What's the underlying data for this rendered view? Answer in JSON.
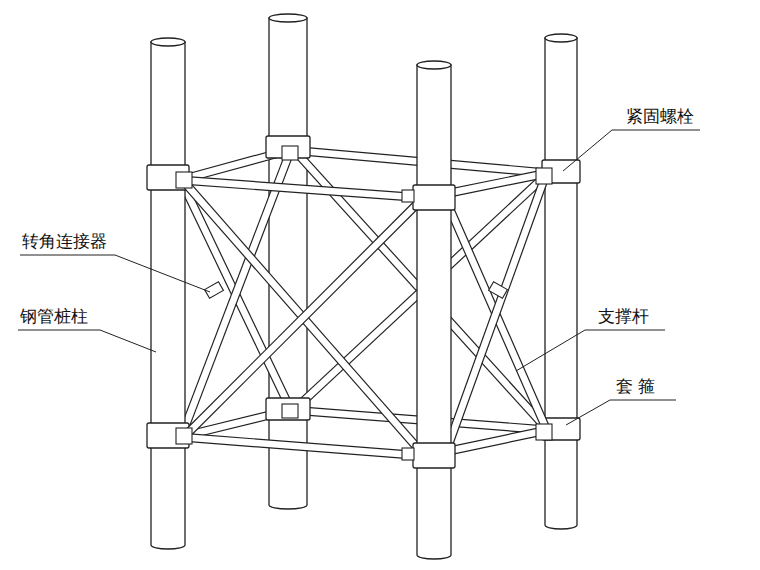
{
  "diagram": {
    "labels": [
      "紧固螺栓",
      "转角连接器",
      "钢管桩柱",
      "支撑杆",
      "套 箍"
    ]
  }
}
